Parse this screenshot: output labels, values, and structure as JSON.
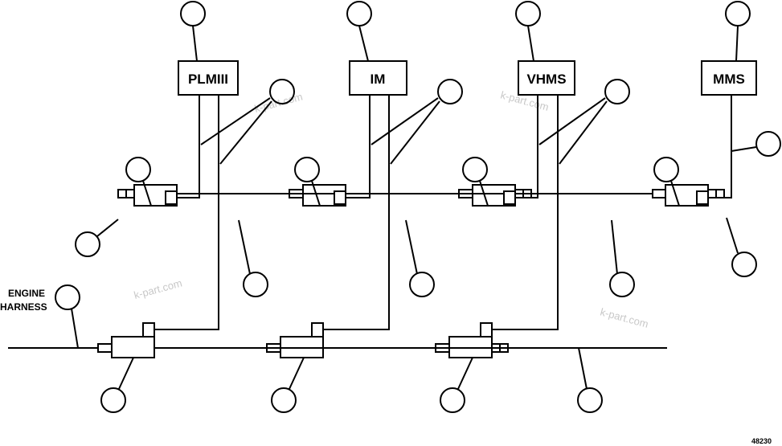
{
  "modules": {
    "plm": "PLMIII",
    "im": "IM",
    "vhms": "VHMS",
    "mms": "MMS"
  },
  "engine_harness": {
    "line1": "ENGINE",
    "line2": "HARNESS"
  },
  "figure_ref": "48230",
  "watermarks": [
    "k-part.com",
    "k-part.com",
    "k-part.com",
    "k-part.com"
  ]
}
